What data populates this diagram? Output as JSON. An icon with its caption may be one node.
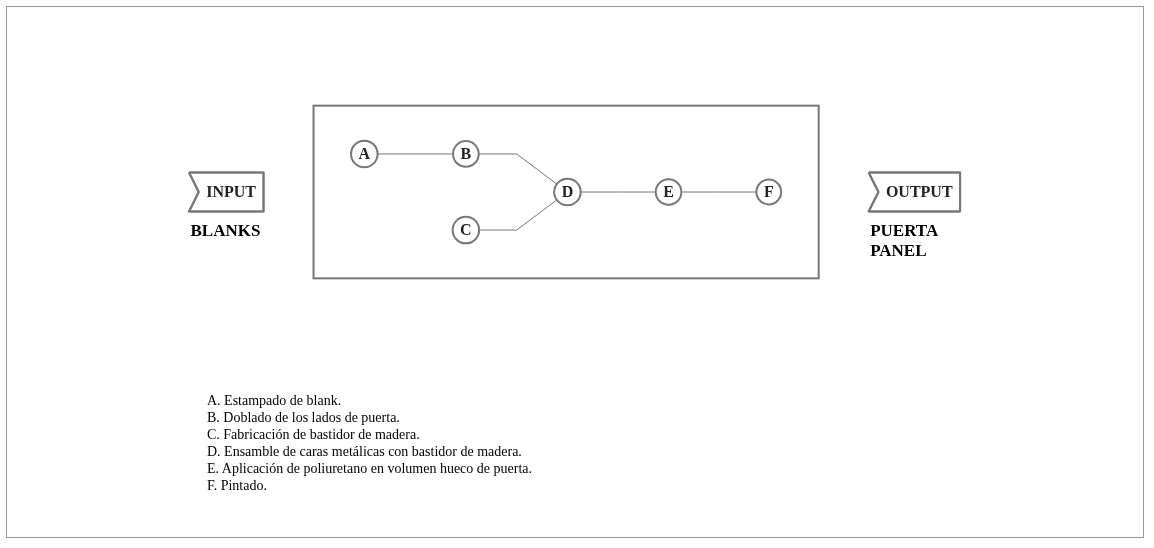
{
  "diagram": {
    "nodes": [
      {
        "text": [
          "INPUT"
        ],
        "beside": [
          "BLANKS"
        ]
      },
      {
        "text": [],
        "shape": "box"
      },
      {
        "text": [
          "A"
        ],
        "in": 1
      },
      {
        "text": [
          "B"
        ],
        "in": 1
      },
      {
        "text": [
          "C"
        ],
        "in": 1
      },
      {
        "text": [
          "D"
        ],
        "in": 1
      },
      {
        "text": [
          "E"
        ],
        "in": 1
      },
      {
        "text": [
          "F"
        ],
        "in": 1
      },
      {
        "text": [
          "OUTPUT"
        ],
        "beside": [
          "PUERTA PANEL"
        ]
      }
    ],
    "edges": [
      {
        "from": 2,
        "to": 3,
        "arrow": "none"
      },
      {
        "from": 3,
        "to": 5,
        "arrow": "none"
      },
      {
        "from": 4,
        "to": 5,
        "arrow": "none"
      },
      {
        "from": 5,
        "to": 6,
        "arrow": "none"
      },
      {
        "from": 6,
        "to": 7,
        "arrow": "none"
      }
    ],
    "labels": [
      "A. Estampado de blank.",
      "B. Doblado de los lados de puerta.",
      "C. Fabricación de bastidor de madera.",
      "D. Ensamble de caras metálicas con bastidor de madera.",
      "E. Aplicación de poliuretano en volumen hueco de puerta.",
      "F. Pintado."
    ]
  }
}
